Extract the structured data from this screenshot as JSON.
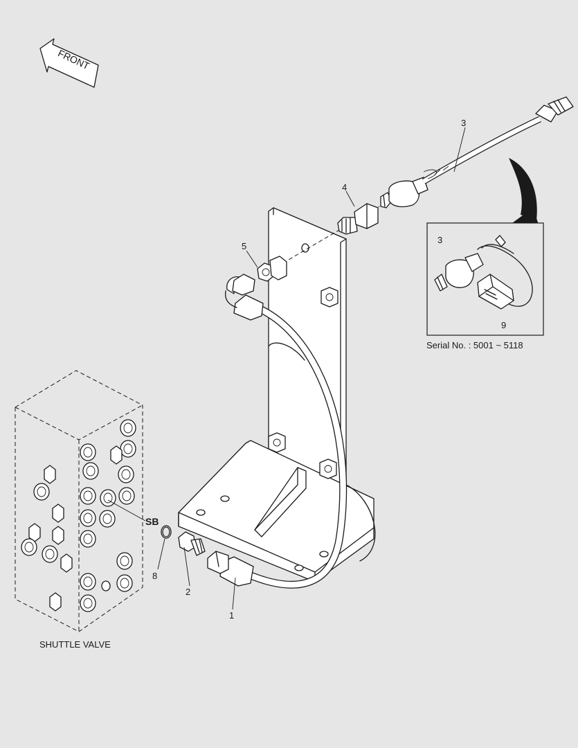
{
  "diagram": {
    "front_label": "FRONT",
    "caption": "SHUTTLE VALVE",
    "serial_note": "Serial No. : 5001 ~ 5118",
    "port_label": "SB",
    "callouts": {
      "c1": "1",
      "c2": "2",
      "c3": "3",
      "c4": "4",
      "c5": "5",
      "c8": "8",
      "inset_c3": "3",
      "inset_c9": "9"
    }
  }
}
